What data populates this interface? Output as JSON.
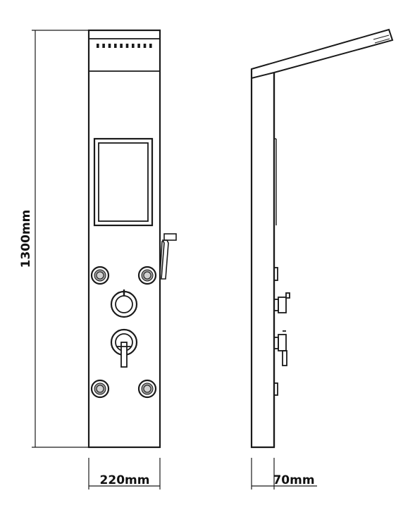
{
  "dimensions": {
    "height_label": "1300mm",
    "front_width_label": "220mm",
    "side_depth_label": "70mm"
  },
  "colors": {
    "stroke": "#1a1a1a",
    "background": "#ffffff",
    "nozzle_fill": "#9a9a9a"
  },
  "front_view": {
    "top_shower_nozzle_count": 10,
    "body_jet_count": 4
  }
}
